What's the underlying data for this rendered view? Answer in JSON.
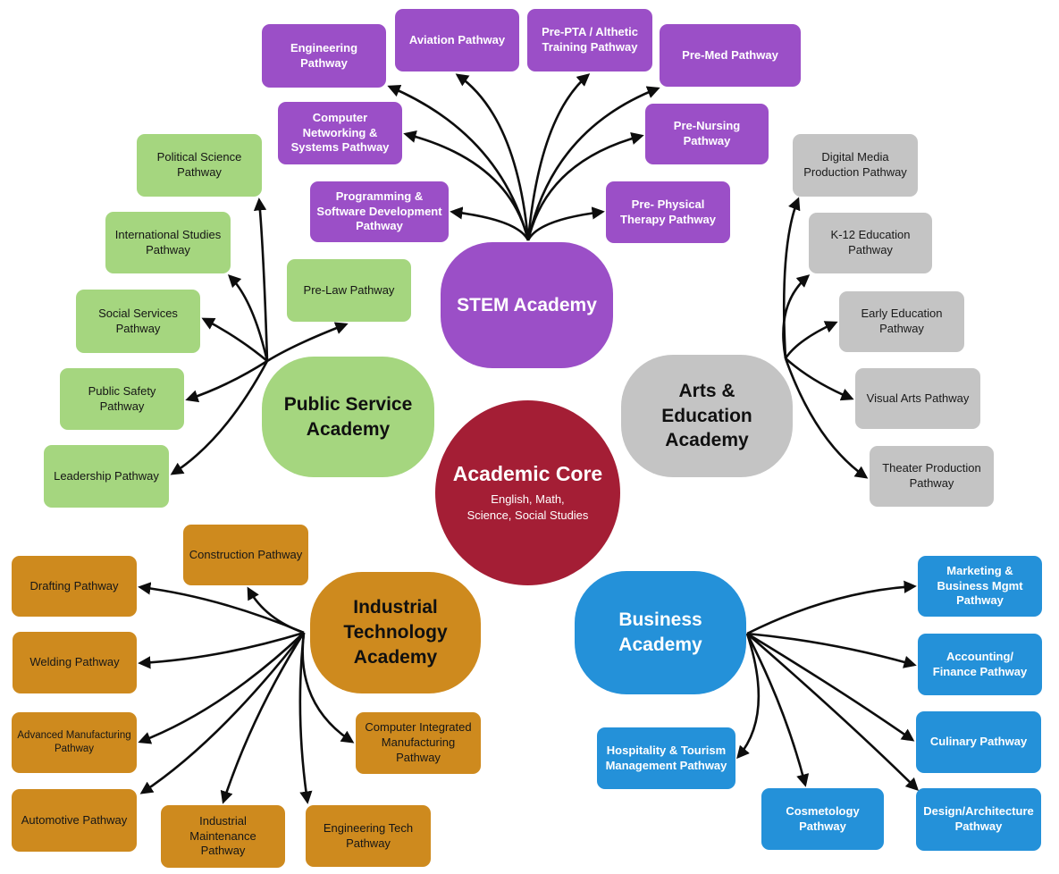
{
  "colors": {
    "purple": "#9B4FC7",
    "green": "#A5D67F",
    "gray": "#C4C4C4",
    "orange": "#CE8A1E",
    "blue": "#2491D9",
    "red": "#A41E35",
    "arrow": "#0d0d0d"
  },
  "center": {
    "title": "Academic Core",
    "subtitle": "English, Math,\nScience, Social Studies"
  },
  "academies": [
    {
      "id": "stem",
      "label": "STEM Academy",
      "pathways": [
        {
          "label": "Engineering Pathway"
        },
        {
          "label": "Aviation Pathway"
        },
        {
          "label": "Pre-PTA / Althetic Training Pathway"
        },
        {
          "label": "Pre-Med Pathway"
        },
        {
          "label": "Pre-Nursing Pathway"
        },
        {
          "label": "Computer Networking & Systems Pathway"
        },
        {
          "label": "Programming & Software Development Pathway"
        },
        {
          "label": "Pre- Physical Therapy Pathway"
        }
      ]
    },
    {
      "id": "public-service",
      "label": "Public Service Academy",
      "pathways": [
        {
          "label": "Political Science Pathway"
        },
        {
          "label": "International Studies Pathway"
        },
        {
          "label": "Pre-Law Pathway"
        },
        {
          "label": "Social Services Pathway"
        },
        {
          "label": "Public Safety Pathway"
        },
        {
          "label": "Leadership Pathway"
        }
      ]
    },
    {
      "id": "arts-education",
      "label": "Arts & Education Academy",
      "pathways": [
        {
          "label": "Digital Media Production Pathway"
        },
        {
          "label": "K-12 Education Pathway"
        },
        {
          "label": "Early Education Pathway"
        },
        {
          "label": "Visual Arts Pathway"
        },
        {
          "label": "Theater Production Pathway"
        }
      ]
    },
    {
      "id": "industrial-technology",
      "label": "Industrial Technology Academy",
      "pathways": [
        {
          "label": "Construction Pathway"
        },
        {
          "label": "Drafting Pathway"
        },
        {
          "label": "Welding Pathway"
        },
        {
          "label": "Advanced Manufacturing Pathway"
        },
        {
          "label": "Automotive Pathway"
        },
        {
          "label": "Industrial Maintenance Pathway"
        },
        {
          "label": "Engineering Tech Pathway"
        },
        {
          "label": "Computer Integrated Manufacturing Pathway"
        }
      ]
    },
    {
      "id": "business",
      "label": "Business Academy",
      "pathways": [
        {
          "label": "Marketing & Business Mgmt Pathway"
        },
        {
          "label": "Accounting/ Finance Pathway"
        },
        {
          "label": "Culinary Pathway"
        },
        {
          "label": "Design/Architecture Pathway"
        },
        {
          "label": "Cosmetology Pathway"
        },
        {
          "label": "Hospitality & Tourism Management Pathway"
        }
      ]
    }
  ]
}
